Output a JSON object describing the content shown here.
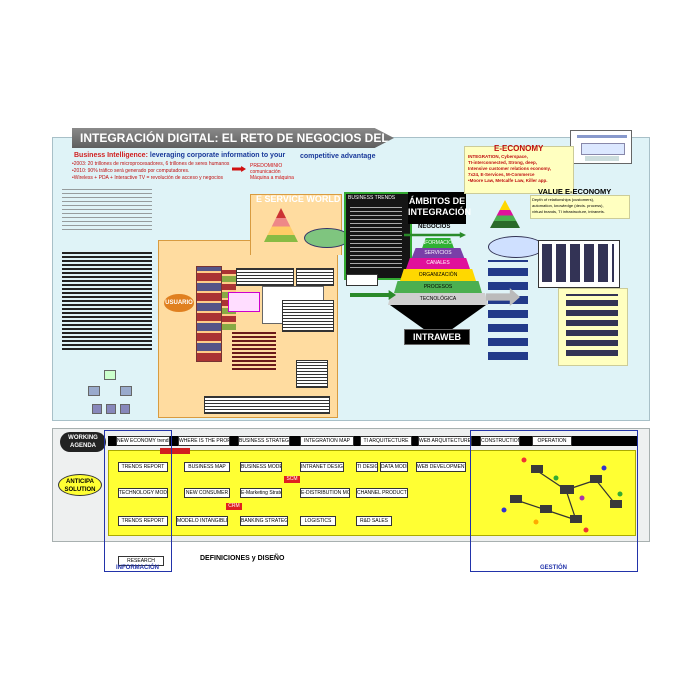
{
  "header": {
    "title": "INTEGRACIÓN DIGITAL: EL RETO DE NEGOCIOS DEL SIGLO XXI"
  },
  "bi": {
    "heading": "Business Intelligence:",
    "heading_rest": "leveraging corporate information to your",
    "tagline": "competitive advantage",
    "bullets": [
      "•2003: 20 trillones de microprocesadores, 6 trillones de seres humanos",
      "•2010: 90% tráfico será generado por computadores.",
      "•Wireless + PDA + Interactive TV = revolución de acceso y negocios"
    ],
    "callout": "PREDOMINIO comunicación Máquina a máquina"
  },
  "eservice": {
    "title": "E SERVICE WORLD",
    "user_label": "USUARIO"
  },
  "business_trends": {
    "title": "BUSINESS TRENDS"
  },
  "ambitos": {
    "title_line1": "ÁMBITOS DE",
    "title_line2": "INTEGRACIÓN",
    "negocios": "NEGOCIOS",
    "levels": [
      "INFORMACIÓN",
      "SERVICIOS",
      "CANALES",
      "ORGANIZACIÓN",
      "PROCESOS",
      "TECNOLÓGICA"
    ],
    "level_colors": [
      "#2fb034",
      "#7a3fa8",
      "#e0109b",
      "#ffd800",
      "#4caf50",
      "#cfcfcf"
    ],
    "intraweb": "INTRAWEB"
  },
  "eeconomy": {
    "title": "E-ECONOMY",
    "lines": [
      "INTEGRATION, Cyberspace,",
      "TI-interconnected, Strong, deep,",
      "Intensive customer relations economy,",
      "7x24, E-Services, M-Commerce",
      "•Moore Law, Metcalfe Law, Killer app."
    ],
    "value_title": "VALUE E-ECONOMY",
    "value_lines": [
      "Depth of relationships (customers),",
      "automation, knowledge (decis. process),",
      "virtual brands, TI infrastructure, intranets."
    ]
  },
  "agenda": {
    "label_line1": "WORKING",
    "label_line2": "AGENDA",
    "steps": [
      "NEW ECONOMY trends",
      "WHERE IS THE PROFIT",
      "BUSINESS STRATEGY",
      "INTEGRATION MAP",
      "TI ARQUITECTURE",
      "WEB ARQUITECTURE",
      "CONSTRUCTION",
      "OPERATION"
    ]
  },
  "anticipa": {
    "line1": "ANTICIPA",
    "line2": "SOLUTION"
  },
  "grid": {
    "row1": [
      "TRENDS REPORT",
      "BUSINESS MAP",
      "BUSINESS MODEL",
      "INTRANET DESIGN",
      "TI DESIGN",
      "DATA MODEL",
      "WEB DEVELOPMENT"
    ],
    "row2": [
      "TECHNOLOGY MODELS",
      "NEW CONSUMER",
      "E-Marketing Strategy",
      "E-DISTRIBUTION MODEL",
      "CHANNEL PRODUCTS"
    ],
    "row3": [
      "TRENDS REPORT",
      "MODELO INTANGIBLES",
      "BANKING STRATEGY",
      "LOGISTICS",
      "R&D SALES"
    ],
    "scm": "SCM",
    "crm": "CRM",
    "research": "RESEARCH"
  },
  "footer": {
    "informacion": "INFORMACIÓN",
    "definiciones": "DEFINICIONES y DISEÑO",
    "gestion": "GESTIÓN"
  }
}
